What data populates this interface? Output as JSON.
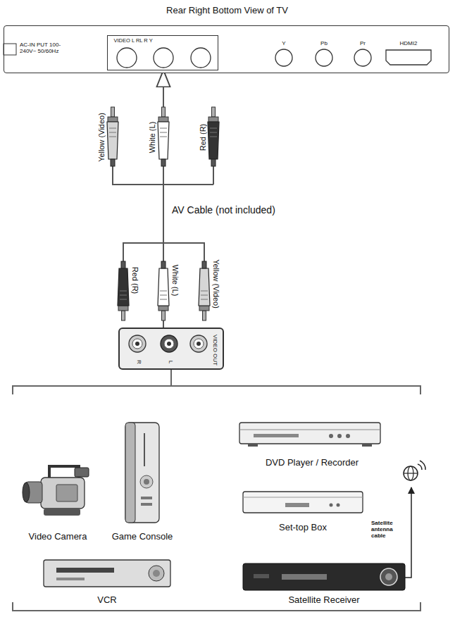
{
  "diagram": {
    "nodes": [
      {
        "text": [
          "Rear Right Bottom View of TV"
        ]
      },
      {
        "text": [
          "VIDEO L RL R Y"
        ],
        "in": 0
      },
      {
        "text": [
          "R",
          "L",
          "VIDEO OUT"
        ]
      }
    ],
    "edges": [
      {
        "from": 2,
        "to": 1,
        "arrow": "to",
        "label": "AV Cable (not included)"
      }
    ],
    "labels": [
      "AC-IN PUT 100-240V~ 50/60Hz",
      "Y",
      "Pb",
      "Pr",
      "HDMI2",
      "Yellow (Video)",
      "White (L)",
      "Red (R)",
      "Red (R)",
      "White (L)",
      "Yellow (Video)",
      "Video Camera",
      "Game Console",
      "DVD Player / Recorder",
      "Set-top Box",
      "Satellite antenna cable",
      "VCR",
      "Satellite Receiver"
    ]
  }
}
